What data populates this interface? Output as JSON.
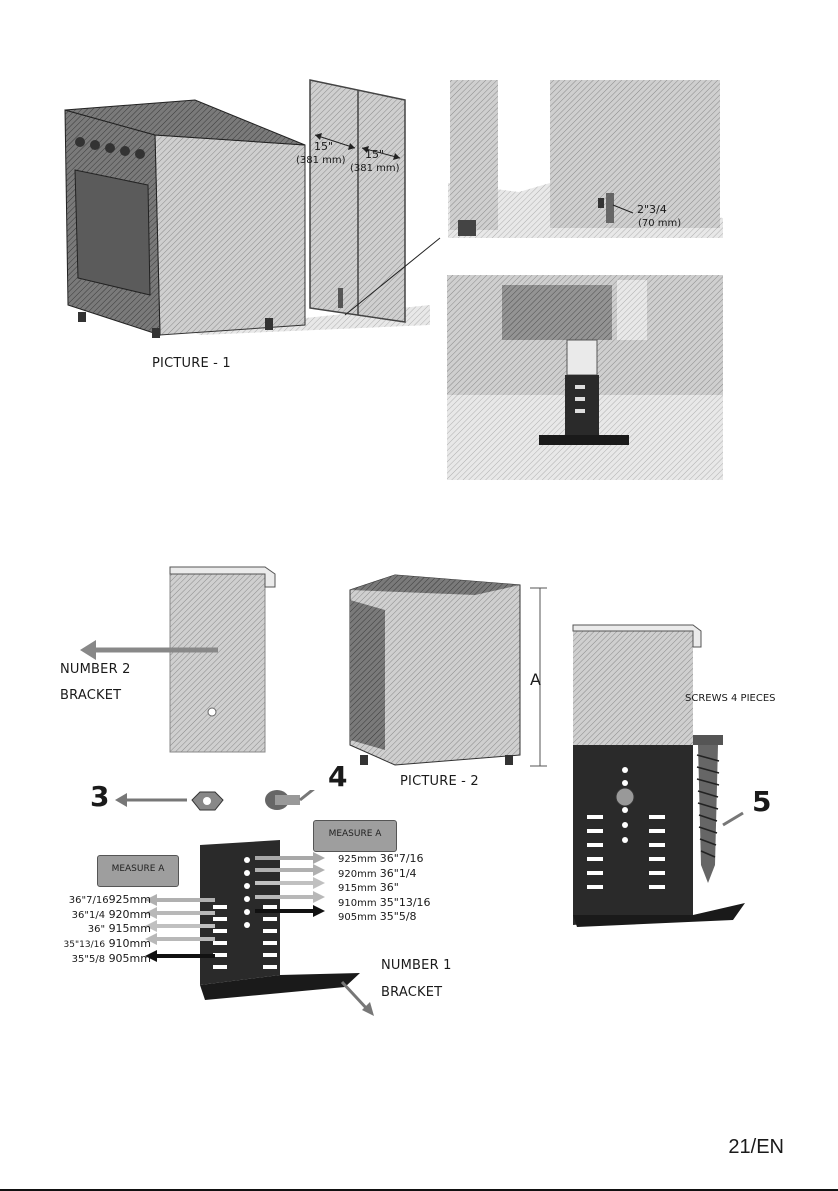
{
  "picture1": {
    "caption": "PICTURE - 1",
    "dim_left_in": "15\"",
    "dim_left_mm": "(381 mm)",
    "dim_right_in": "15\"",
    "dim_right_mm": "(381 mm)",
    "foot_in": "2\"3/4",
    "foot_mm": "(70 mm)"
  },
  "picture2": {
    "caption": "PICTURE - 2",
    "height_label": "A",
    "number2_label": "NUMBER 2",
    "bracket_label_top": "BRACKET",
    "number1_label": "NUMBER 1",
    "bracket_label_bottom": "BRACKET",
    "screws_label": "SCREWS 4 PIECES",
    "callout3": "3",
    "callout4": "4",
    "callout5": "5",
    "measure_box_left": "MEASURE A",
    "measure_box_right": "MEASURE A",
    "left_measures": [
      {
        "inch": "36\"7/16",
        "mm": "925mm"
      },
      {
        "inch": "36\"1/4",
        "mm": "920mm"
      },
      {
        "inch": "36\"",
        "mm": "915mm"
      },
      {
        "inch": "35\"13/16",
        "mm": "910mm"
      },
      {
        "inch": "35\"5/8",
        "mm": "905mm"
      }
    ],
    "right_measures": [
      {
        "mm": "925mm",
        "inch": "36\"7/16"
      },
      {
        "mm": "920mm",
        "inch": "36\"1/4"
      },
      {
        "mm": "915mm",
        "inch": "36\""
      },
      {
        "mm": "910mm",
        "inch": "35\"13/16"
      },
      {
        "mm": "905mm",
        "inch": "35\"5/8"
      }
    ]
  },
  "page_number": "21/EN"
}
